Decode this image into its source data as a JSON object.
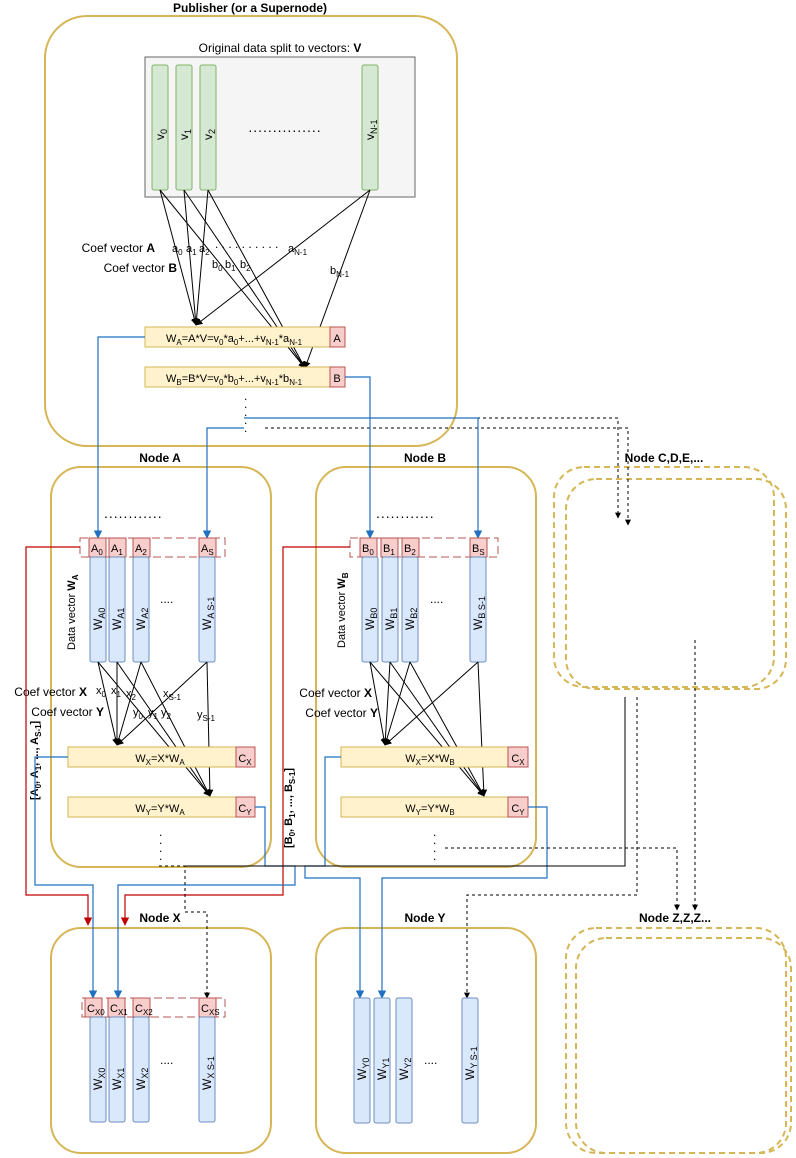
{
  "publisher": {
    "title": "Publisher (or a Supernode)",
    "orig_caption": "Original data split to vectors: ",
    "orig_caption_bold": "V",
    "coef_a_label": "Coef vector ",
    "coef_a_bold": "A",
    "coef_b_label": "Coef vector ",
    "coef_b_bold": "B",
    "a_first": [
      "0",
      "1",
      "2"
    ],
    "a_last": "N-1",
    "b_first": [
      "0",
      "1",
      "2"
    ],
    "b_last": "N-1",
    "wa": {
      "lead": "W",
      "sub": "A",
      "eq": "=A*V=v",
      "s0": "0",
      "m1": "*a",
      "s1": "0",
      "m2": "+...+v",
      "s2": "N-1",
      "m3": "*a",
      "s3": "N-1"
    },
    "wb": {
      "lead": "W",
      "sub": "B",
      "eq": "=B*V=v",
      "s0": "0",
      "m1": "*b",
      "s1": "0",
      "m2": "+...+v",
      "s2": "N-1",
      "m3": "*b",
      "s3": "N-1"
    },
    "tag_a": "A",
    "tag_b": "B",
    "dots": "..............."
  },
  "node_a": {
    "title": "Node A",
    "data_vec": "Data vector ",
    "data_vec_bold": "W",
    "data_vec_sub": "A",
    "coef_x": "Coef vector ",
    "coef_x_bold": "X",
    "coef_y": "Coef vector ",
    "coef_y_bold": "Y",
    "wx": {
      "lead": "W",
      "sub": "X",
      "eq": "=X*W",
      "sub2": "A"
    },
    "wy": {
      "lead": "W",
      "sub": "Y",
      "eq": "=Y*W",
      "sub2": "A"
    },
    "tag_x": {
      "l": "C",
      "s": "X"
    },
    "tag_y": {
      "l": "C",
      "s": "Y"
    },
    "dots": "............",
    "x_last": "S-1",
    "y_last": "S-1"
  },
  "node_b": {
    "title": "Node B",
    "data_vec": "Data vector ",
    "data_vec_bold": "W",
    "data_vec_sub": "B",
    "coef_x": "Coef vector ",
    "coef_x_bold": "X",
    "coef_y": "Coef vector ",
    "coef_y_bold": "Y",
    "wx": {
      "lead": "W",
      "sub": "X",
      "eq": "=X*W",
      "sub2": "B"
    },
    "wy": {
      "lead": "W",
      "sub": "Y",
      "eq": "=Y*W",
      "sub2": "B"
    },
    "tag_x": {
      "l": "C",
      "s": "X"
    },
    "tag_y": {
      "l": "C",
      "s": "Y"
    },
    "dots": "............"
  },
  "node_cde": {
    "title": "Node C,D,E,..."
  },
  "node_x": {
    "title": "Node X"
  },
  "node_y": {
    "title": "Node Y"
  },
  "node_zzz": {
    "title": "Node Z,Z,Z..."
  },
  "side_a": {
    "open": "[A",
    "s0": "0",
    "c1": ", A",
    "s1": "1",
    "c2": ", ..., A",
    "s2": "S-1",
    "close": "]"
  },
  "side_b": {
    "open": "[B",
    "s0": "0",
    "c1": ", B",
    "s1": "1",
    "c2": ", ..., B",
    "s2": "S-1",
    "close": "]"
  },
  "v_cols": [
    {
      "l": "v",
      "s": "0"
    },
    {
      "l": "v",
      "s": "1"
    },
    {
      "l": "v",
      "s": "2"
    },
    {
      "l": "v",
      "s": "N-1"
    }
  ],
  "a_tags": [
    {
      "l": "A",
      "s": "0"
    },
    {
      "l": "A",
      "s": "1"
    },
    {
      "l": "A",
      "s": "2"
    },
    {
      "l": "A",
      "s": "S"
    }
  ],
  "a_cols": [
    {
      "l": "W",
      "s": "A0"
    },
    {
      "l": "W",
      "s": "A1"
    },
    {
      "l": "W",
      "s": "A2"
    },
    {
      "l": "W",
      "s": "A S-1"
    }
  ],
  "b_tags": [
    {
      "l": "B",
      "s": "0"
    },
    {
      "l": "B",
      "s": "1"
    },
    {
      "l": "B",
      "s": "2"
    },
    {
      "l": "B",
      "s": "S"
    }
  ],
  "b_cols": [
    {
      "l": "W",
      "s": "B0"
    },
    {
      "l": "W",
      "s": "B1"
    },
    {
      "l": "W",
      "s": "B2"
    },
    {
      "l": "W",
      "s": "B S-1"
    }
  ],
  "x_tags": [
    {
      "l": "C",
      "s": "X0"
    },
    {
      "l": "C",
      "s": "X1"
    },
    {
      "l": "C",
      "s": "X2"
    },
    {
      "l": "C",
      "s": "XS"
    }
  ],
  "x_cols": [
    {
      "l": "W",
      "s": "X0"
    },
    {
      "l": "W",
      "s": "X1"
    },
    {
      "l": "W",
      "s": "X2"
    },
    {
      "l": "W",
      "s": "X S-1"
    }
  ],
  "y_cols": [
    {
      "l": "W",
      "s": "Y0"
    },
    {
      "l": "W",
      "s": "Y1"
    },
    {
      "l": "W",
      "s": "Y2"
    },
    {
      "l": "W",
      "s": "Y S-1"
    }
  ],
  "col_ellipsis": "....",
  "colors": {
    "frame": "#d6b656",
    "green_fill": "#d5e8d4",
    "green_stroke": "#82b366",
    "blue_fill": "#dae8fc",
    "blue_stroke": "#6c8ebf",
    "yellow_fill": "#fff2cc",
    "red_fill": "#f8cecc",
    "red_stroke": "#b85450",
    "flow_blue": "#1f70c1",
    "flow_red": "#c00000"
  }
}
